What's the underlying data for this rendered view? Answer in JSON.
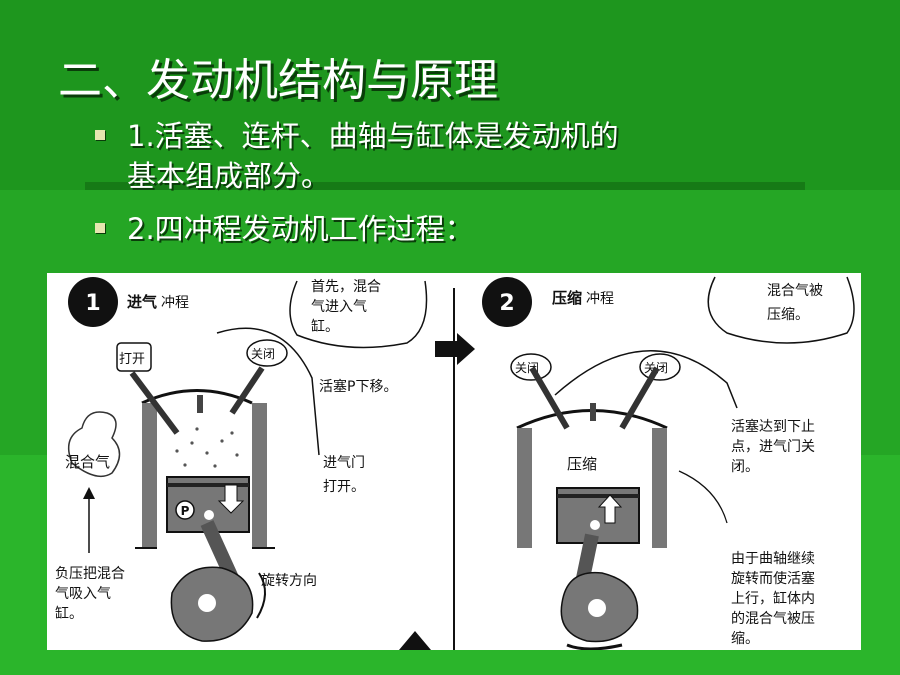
{
  "title": "二、发动机结构与原理",
  "bullets": [
    {
      "line1": "1.活塞、连杆、曲轴与缸体是发动机的",
      "line2": "基本组成部分。"
    },
    {
      "line1": "2.四冲程发动机工作过程："
    }
  ],
  "diagram": {
    "panel1": {
      "number": "1",
      "stroke_bold": "进气",
      "stroke_rest": "冲程",
      "label_open": "打开",
      "label_closed": "关闭",
      "bubble_lines": [
        "首先，混合",
        "气进入气",
        "缸。"
      ],
      "piston_down": "活塞P下移。",
      "intake_lines": [
        "进气门",
        "打开。"
      ],
      "mixture": "混合气",
      "negative_lines": [
        "负压把混合",
        "气吸入气",
        "缸。"
      ],
      "rotation": "旋转方向",
      "piston_letter": "P"
    },
    "panel2": {
      "number": "2",
      "stroke_bold": "压缩",
      "stroke_rest": "冲程",
      "label_closed_left": "关闭",
      "label_closed_right": "关闭",
      "bubble_lines": [
        "混合气被",
        "压缩。"
      ],
      "compress": "压缩",
      "bdc_lines": [
        "活塞达到下止",
        "点，进气门关",
        "闭。"
      ],
      "crank_lines": [
        "由于曲轴继续",
        "旋转而使活塞",
        "上行，缸体内",
        "的混合气被压",
        "缩。"
      ]
    }
  }
}
